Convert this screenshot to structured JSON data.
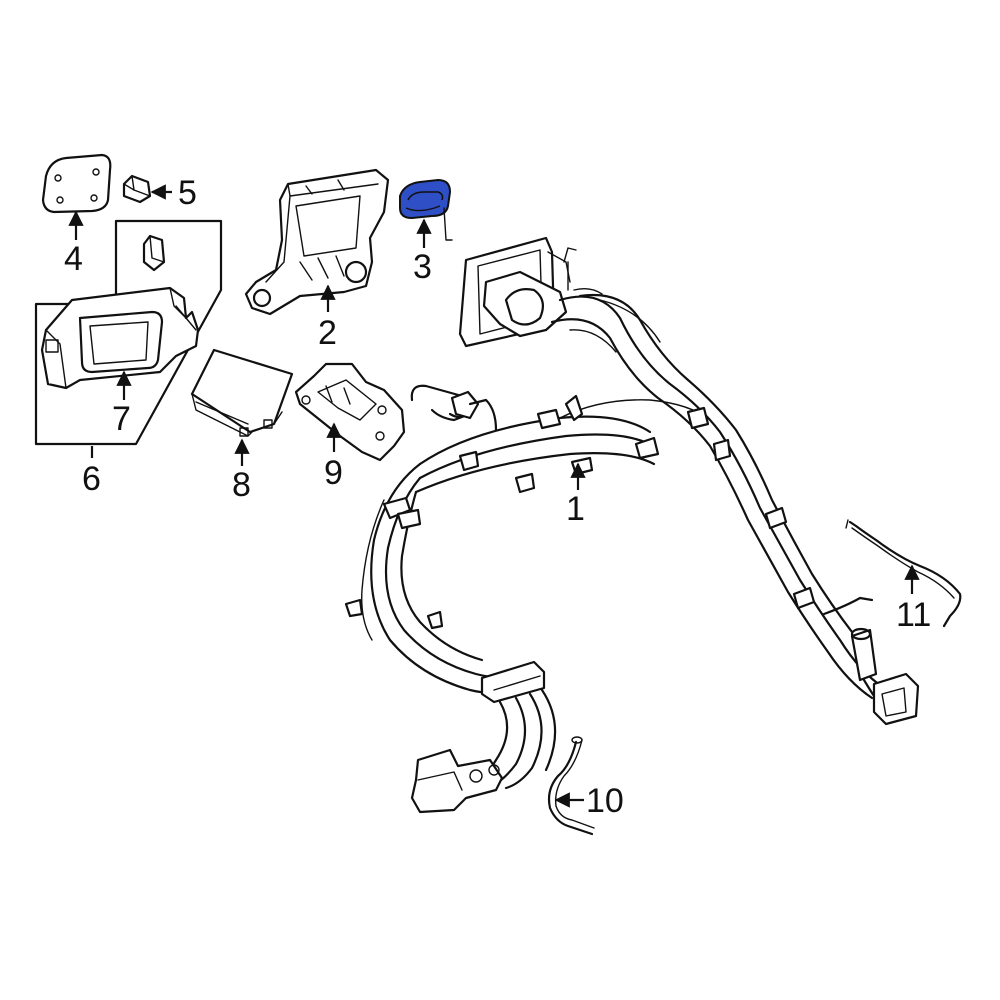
{
  "callouts": [
    {
      "id": "1",
      "label": "1"
    },
    {
      "id": "2",
      "label": "2"
    },
    {
      "id": "3",
      "label": "3"
    },
    {
      "id": "4",
      "label": "4"
    },
    {
      "id": "5",
      "label": "5"
    },
    {
      "id": "6",
      "label": "6"
    },
    {
      "id": "7",
      "label": "7"
    },
    {
      "id": "8",
      "label": "8"
    },
    {
      "id": "9",
      "label": "9"
    },
    {
      "id": "10",
      "label": "10"
    },
    {
      "id": "11",
      "label": "11"
    }
  ],
  "highlight_color": "#2f4fc7",
  "line_color": "#111111"
}
